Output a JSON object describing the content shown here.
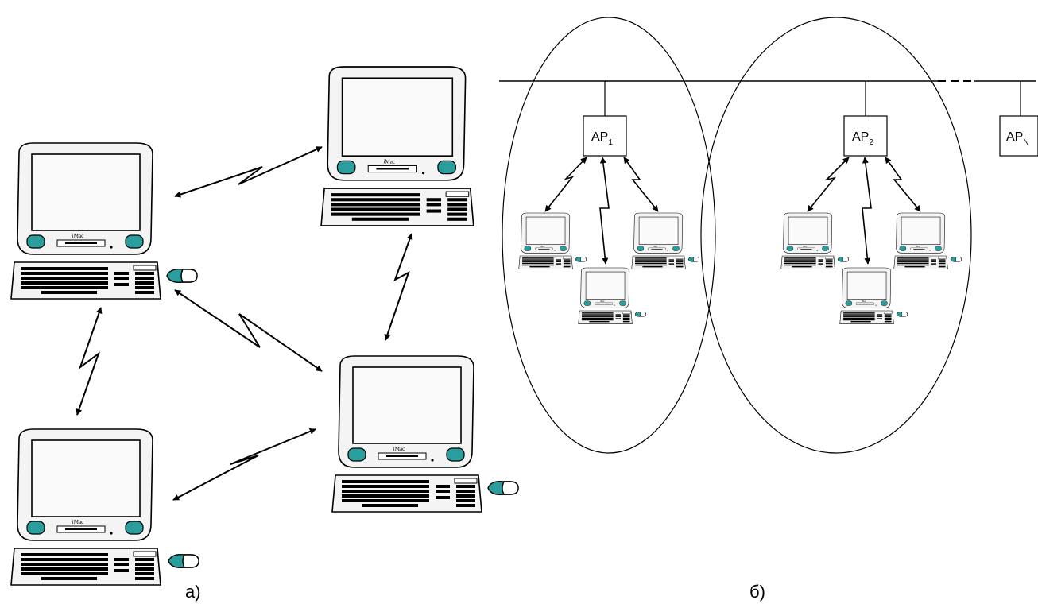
{
  "captions": {
    "a": "а)",
    "b": "б)"
  },
  "computer_brand": "iMac",
  "access_points": [
    {
      "base": "AP",
      "sub": "1"
    },
    {
      "base": "AP",
      "sub": "2"
    },
    {
      "base": "AP",
      "sub": "N"
    }
  ],
  "colors": {
    "accent": "#2a9d9d",
    "line": "#000000",
    "case": "#f4f4f4"
  }
}
